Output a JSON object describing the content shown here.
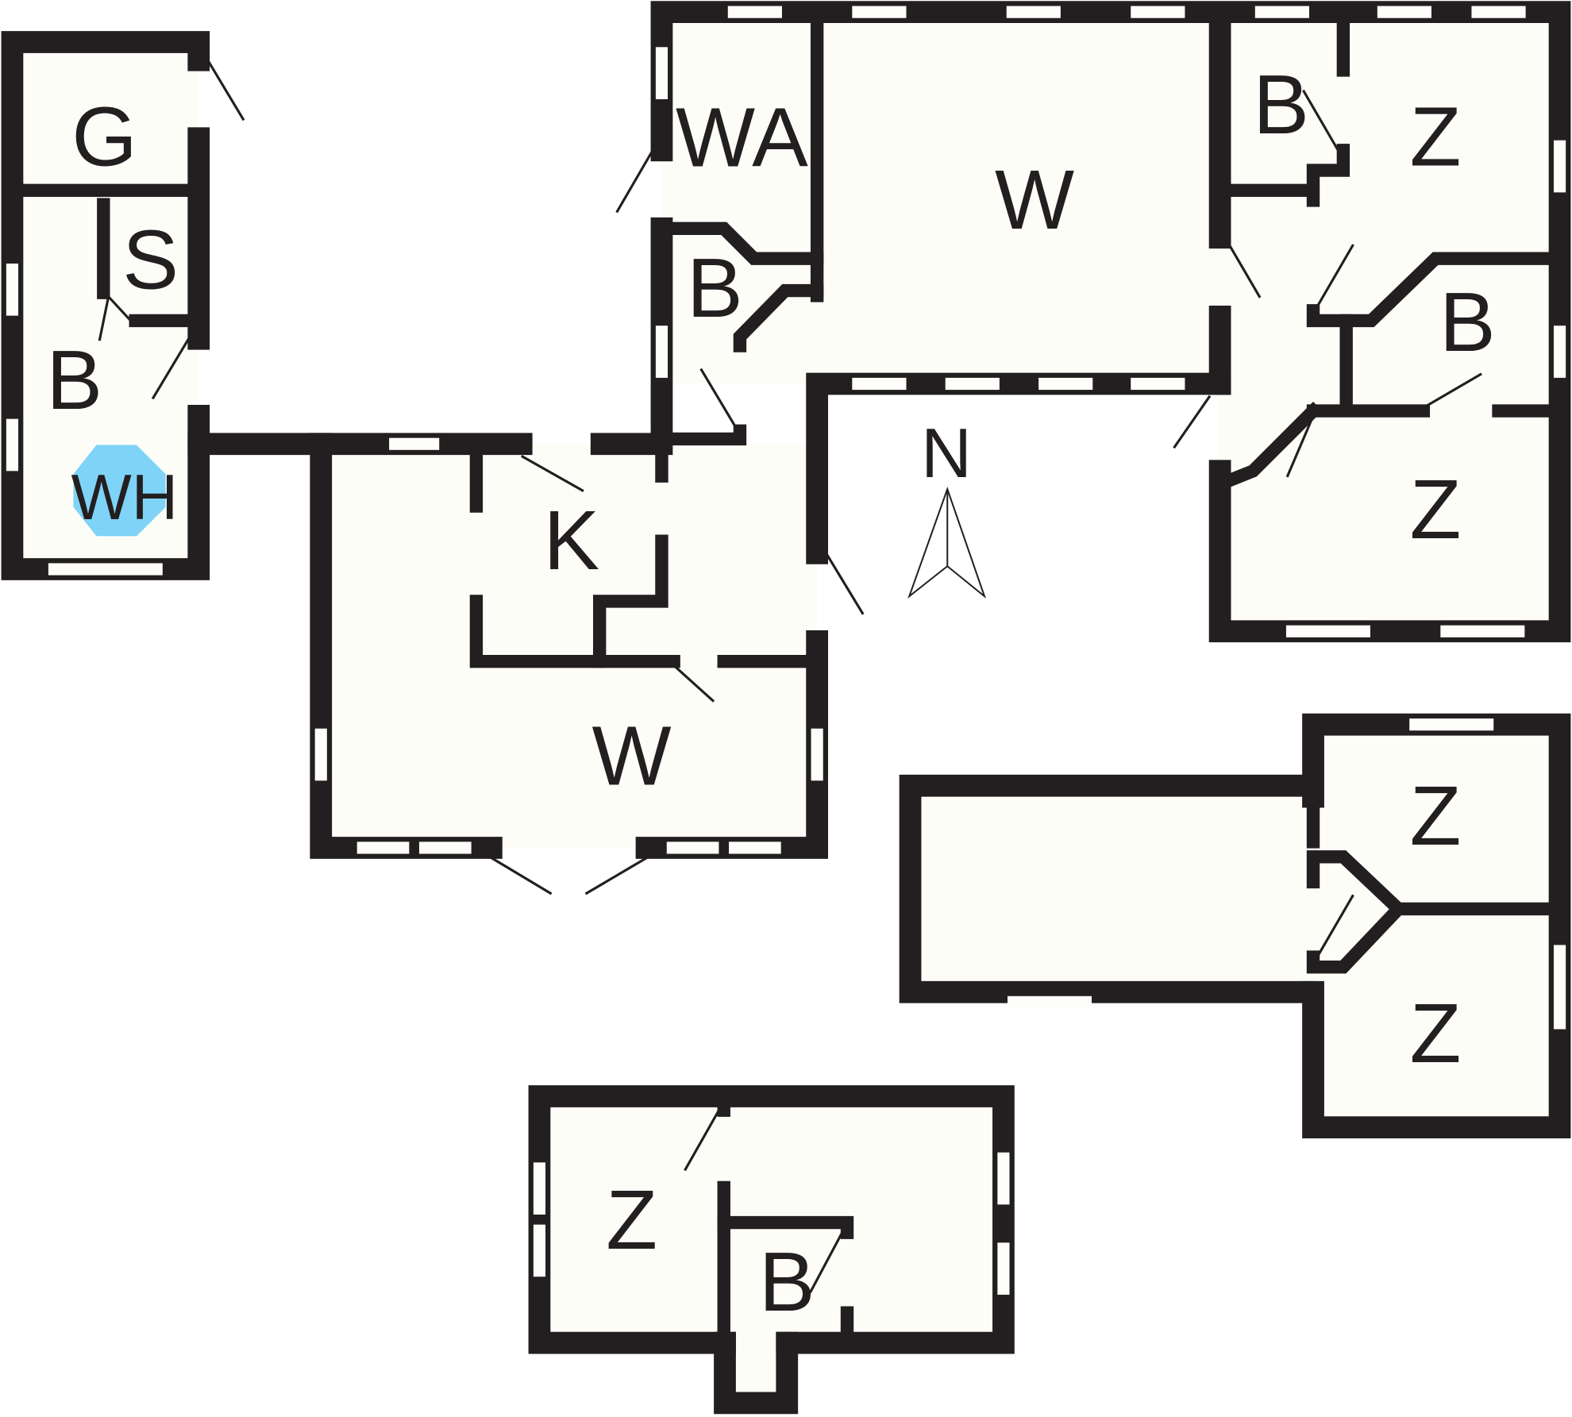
{
  "title": "Floor plan",
  "colors": {
    "wall": "#231f20",
    "floor": "#fdfdf8",
    "water_heater": "#7fd3f7"
  },
  "rooms": {
    "annex_g": "G",
    "annex_s": "S",
    "annex_b": "B",
    "annex_wh": "WH",
    "wa": "WA",
    "b_center": "B",
    "w_top": "W",
    "b_top_right": "B",
    "z_top_right": "Z",
    "b_right": "B",
    "z_right": "Z",
    "k": "K",
    "w_main": "W",
    "z_lower_right_1": "Z",
    "z_lower_right_2": "Z",
    "z_bottom": "Z",
    "b_bottom": "B"
  },
  "north": "N"
}
